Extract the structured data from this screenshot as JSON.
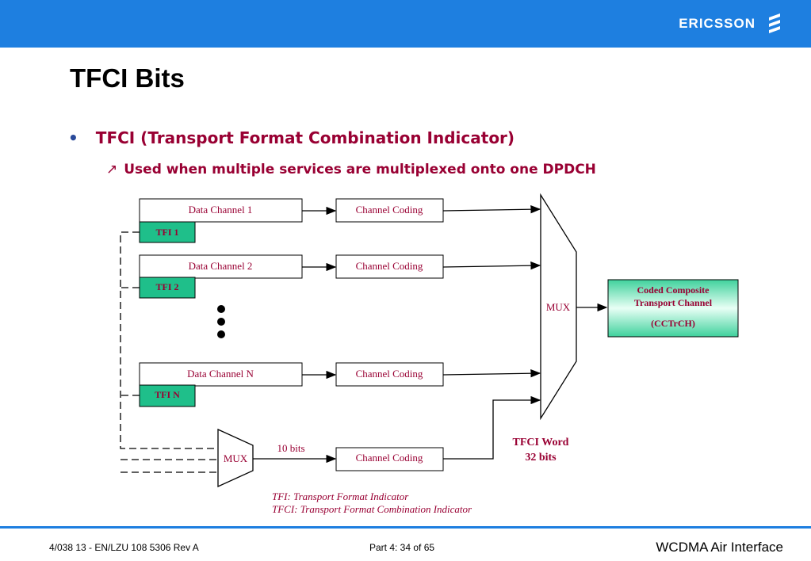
{
  "header": {
    "brand": "ERICSSON",
    "title": "TFCI Bits"
  },
  "bullets": {
    "level1": "TFCI (Transport Format Combination Indicator)",
    "level2": "Used when multiple services are multiplexed onto one DPDCH"
  },
  "diagram": {
    "channels": [
      {
        "label": "Data Channel 1",
        "tfi": "TFI 1",
        "coding": "Channel Coding"
      },
      {
        "label": "Data Channel 2",
        "tfi": "TFI 2",
        "coding": "Channel Coding"
      },
      {
        "label": "Data Channel N",
        "tfi": "TFI N",
        "coding": "Channel Coding"
      }
    ],
    "main_mux": "MUX",
    "small_mux": "MUX",
    "bits_label": "10 bits",
    "tfci_coding": "Channel Coding",
    "cctrch": {
      "line1": "Coded Composite",
      "line2": "Transport Channel",
      "line3": "(CCTrCH)"
    },
    "tfci_word": {
      "line1": "TFCI Word",
      "line2": "32 bits"
    },
    "legend": [
      "TFI: Transport Format Indicator",
      "TFCI: Transport Format Combination Indicator"
    ]
  },
  "footer": {
    "left": "4/038 13 - EN/LZU 108 5306 Rev A",
    "center": "Part 4:  34 of 65",
    "right": "WCDMA Air Interface"
  },
  "colors": {
    "accent_blue": "#1e7fe0",
    "text_maroon": "#990033",
    "tfi_green": "#1fbf8a"
  }
}
